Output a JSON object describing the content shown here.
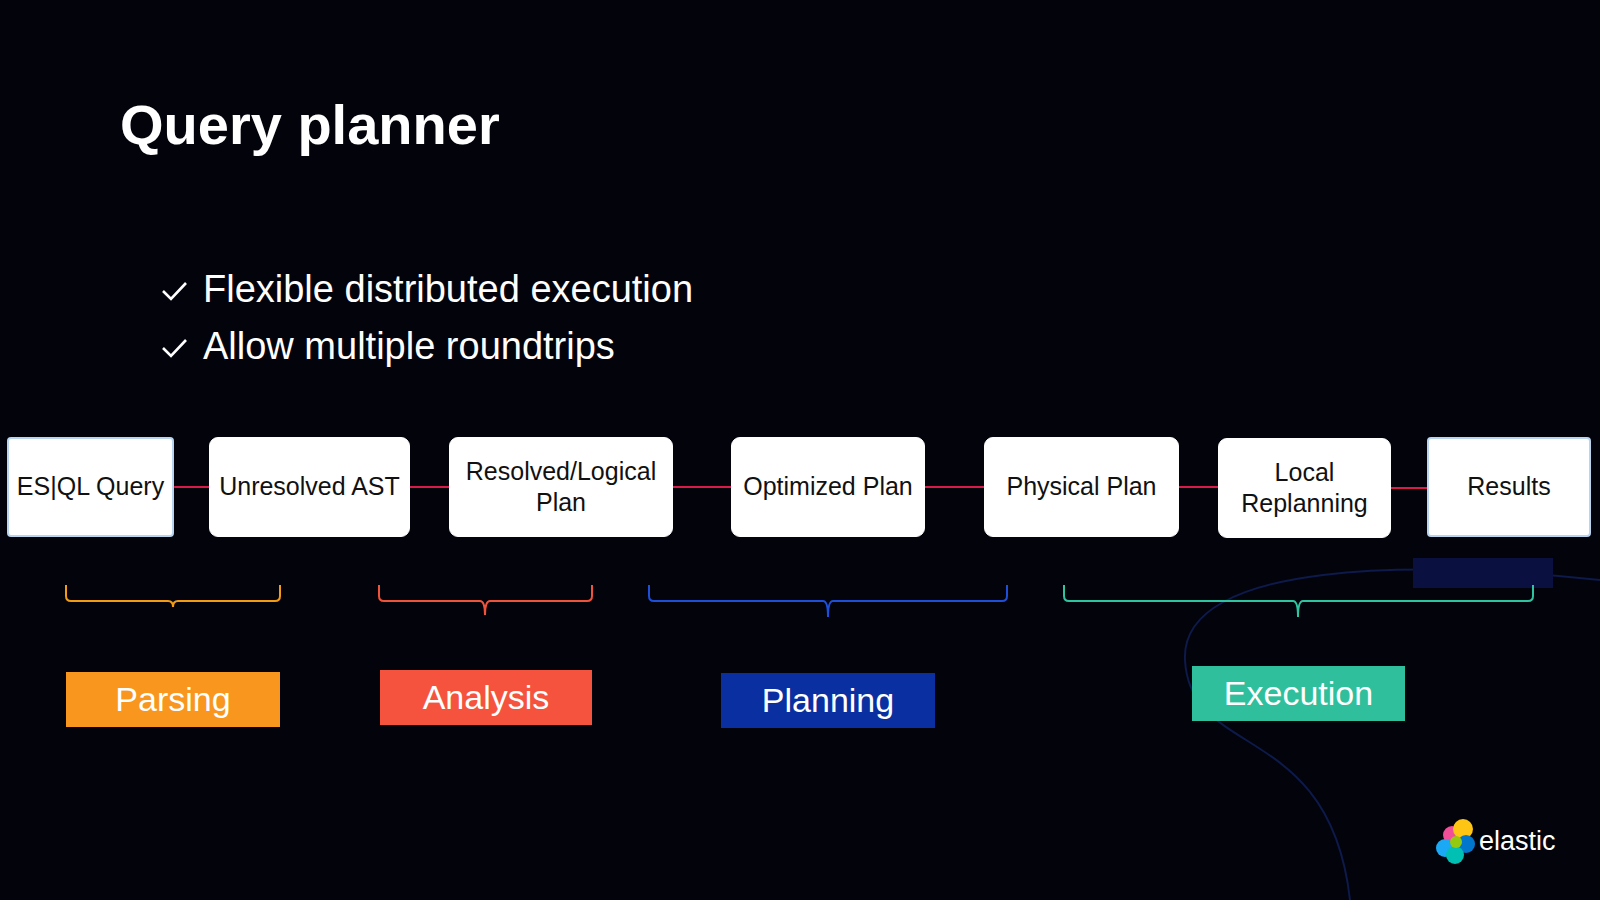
{
  "diagram": {
    "title": "Query planner",
    "nodes": [
      {
        "text": [
          "ES|QL Query"
        ]
      },
      {
        "text": [
          "Unresolved AST"
        ]
      },
      {
        "text": [
          "Resolved/Logical Plan"
        ]
      },
      {
        "text": [
          "Optimized Plan"
        ]
      },
      {
        "text": [
          "Physical Plan"
        ]
      },
      {
        "text": [
          "Local Replanning"
        ]
      },
      {
        "text": [
          "Results"
        ]
      },
      {
        "text": [
          "Parsing"
        ]
      },
      {
        "text": [
          "Analysis"
        ]
      },
      {
        "text": [
          "Planning"
        ]
      },
      {
        "text": [
          "Execution"
        ]
      }
    ],
    "edges": [
      {
        "from": 0,
        "to": 1,
        "arrow": "none"
      },
      {
        "from": 1,
        "to": 2,
        "arrow": "none"
      },
      {
        "from": 2,
        "to": 3,
        "arrow": "none"
      },
      {
        "from": 3,
        "to": 4,
        "arrow": "none"
      },
      {
        "from": 4,
        "to": 5,
        "arrow": "none"
      },
      {
        "from": 5,
        "to": 6,
        "arrow": "none"
      }
    ],
    "labels": [
      "Flexible distributed execution",
      "Allow multiple roundtrips",
      "elastic"
    ]
  }
}
